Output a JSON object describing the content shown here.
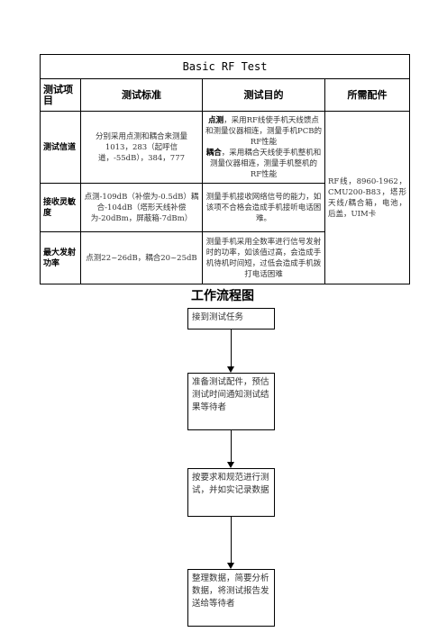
{
  "table": {
    "title": "Basic RF Test",
    "headers": [
      "测试项目",
      "测试标准",
      "测试目的",
      "所需配件"
    ],
    "rows": [
      {
        "label": "测试信道",
        "standard": "分别采用点测和耦合来测量1013，283（起呼信道，-55dB），384，777",
        "purpose_a_bold": "点测",
        "purpose_a": "，采用RF线使手机天线馈点和测量仪器相连，测量手机PCB的RF性能",
        "purpose_b_bold": "耦合",
        "purpose_b": "，采用耦合天线使手机整机和测量仪器相连，测量手机整机的RF性能"
      },
      {
        "label": "接收灵敏度",
        "standard": "点测-109dB（补偿为-0.5dB）耦合-104dB（塔形天线补偿为-20dBm，屏蔽箱-7dBm）",
        "purpose": "测量手机接收网络信号的能力，如该项不合格会造成手机接听电话困难。"
      },
      {
        "label": "最大发射功率",
        "standard": "点测22~26dB，耦合20~25dB",
        "purpose": "测量手机采用全数率进行信号发射时的功率，如该值过高，会造成手机待机时间短，过低会造成手机拨打电话困难"
      }
    ],
    "parts": "RF线，8960-1962，CMU200-B83，塔形天线/耦合箱，电池，后盖，UIM卡"
  },
  "flow": {
    "title": "工作流程图",
    "steps": [
      "接到测试任务",
      "准备测试配件，预估测试时间通知测试结果等待者",
      "按要求和规范进行测试，并如实记录数据",
      "整理数据，简要分析数据，将测试报告发送给等待者"
    ]
  }
}
